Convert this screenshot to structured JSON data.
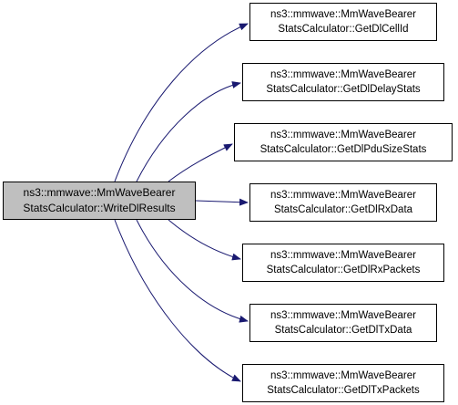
{
  "graph": {
    "colors": {
      "edge": "#191970",
      "root_fill": "#bfbfbf",
      "node_fill": "#ffffff",
      "border": "#000000"
    },
    "root": {
      "line1": "ns3::mmwave::MmWaveBearer",
      "line2": "StatsCalculator::WriteDlResults"
    },
    "callees": [
      {
        "line1": "ns3::mmwave::MmWaveBearer",
        "line2": "StatsCalculator::GetDlCellId"
      },
      {
        "line1": "ns3::mmwave::MmWaveBearer",
        "line2": "StatsCalculator::GetDlDelayStats"
      },
      {
        "line1": "ns3::mmwave::MmWaveBearer",
        "line2": "StatsCalculator::GetDlPduSizeStats"
      },
      {
        "line1": "ns3::mmwave::MmWaveBearer",
        "line2": "StatsCalculator::GetDlRxData"
      },
      {
        "line1": "ns3::mmwave::MmWaveBearer",
        "line2": "StatsCalculator::GetDlRxPackets"
      },
      {
        "line1": "ns3::mmwave::MmWaveBearer",
        "line2": "StatsCalculator::GetDlTxData"
      },
      {
        "line1": "ns3::mmwave::MmWaveBearer",
        "line2": "StatsCalculator::GetDlTxPackets"
      }
    ]
  }
}
